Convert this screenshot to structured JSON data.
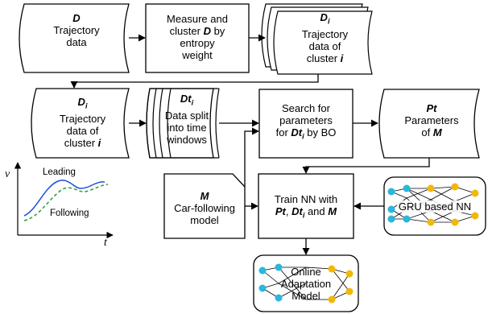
{
  "nodes": {
    "trajectory": {
      "var": "D",
      "line1": "Trajectory",
      "line2": "data"
    },
    "measure": {
      "line1": "Measure and",
      "line2a": "cluster ",
      "line2var": "D",
      "line2b": " by",
      "line3": "entropy",
      "line4": "weight"
    },
    "clusters": {
      "var": "D",
      "sub": "i",
      "line1": "Trajectory",
      "line2": "data of",
      "line3": "cluster ",
      "line3var": "i"
    },
    "cluster_i": {
      "var": "D",
      "sub": "i",
      "line1": "Trajectory",
      "line2": "data of",
      "line3": "cluster ",
      "line3var": "i"
    },
    "split": {
      "var": "Dt",
      "sub": "i",
      "line1": "Data split",
      "line2": "into time",
      "line3": "windows"
    },
    "search": {
      "line1": "Search for",
      "line2": "parameters",
      "line3a": "for ",
      "line3var": "Dt",
      "line3sub": "i",
      "line3b": " by BO"
    },
    "params": {
      "var": "Pt",
      "line1": "Parameters",
      "line2a": "of ",
      "line2var": "M"
    },
    "model": {
      "var": "M",
      "line1": "Car-following",
      "line2": "model"
    },
    "train": {
      "line1": "Train NN with",
      "line2var1": "Pt",
      "line2a": ", ",
      "line2var2": "Dt",
      "line2sub": "i",
      "line2b": " and ",
      "line2var3": "M"
    },
    "gru": {
      "label": "GRU  based NN"
    },
    "online": {
      "line1": "Online",
      "line2": "Adaptation",
      "line3": "Model"
    }
  },
  "inset_plot": {
    "y_axis_label": "v",
    "x_axis_label": "t",
    "series": [
      {
        "name": "Leading",
        "color": "#1f4fd6",
        "style": "solid"
      },
      {
        "name": "Following",
        "color": "#2a9d3a",
        "style": "dashed"
      }
    ]
  },
  "colors": {
    "node_cyan": "#2ab7d9",
    "node_yellow": "#f2b807",
    "nn_border": "#000000"
  }
}
